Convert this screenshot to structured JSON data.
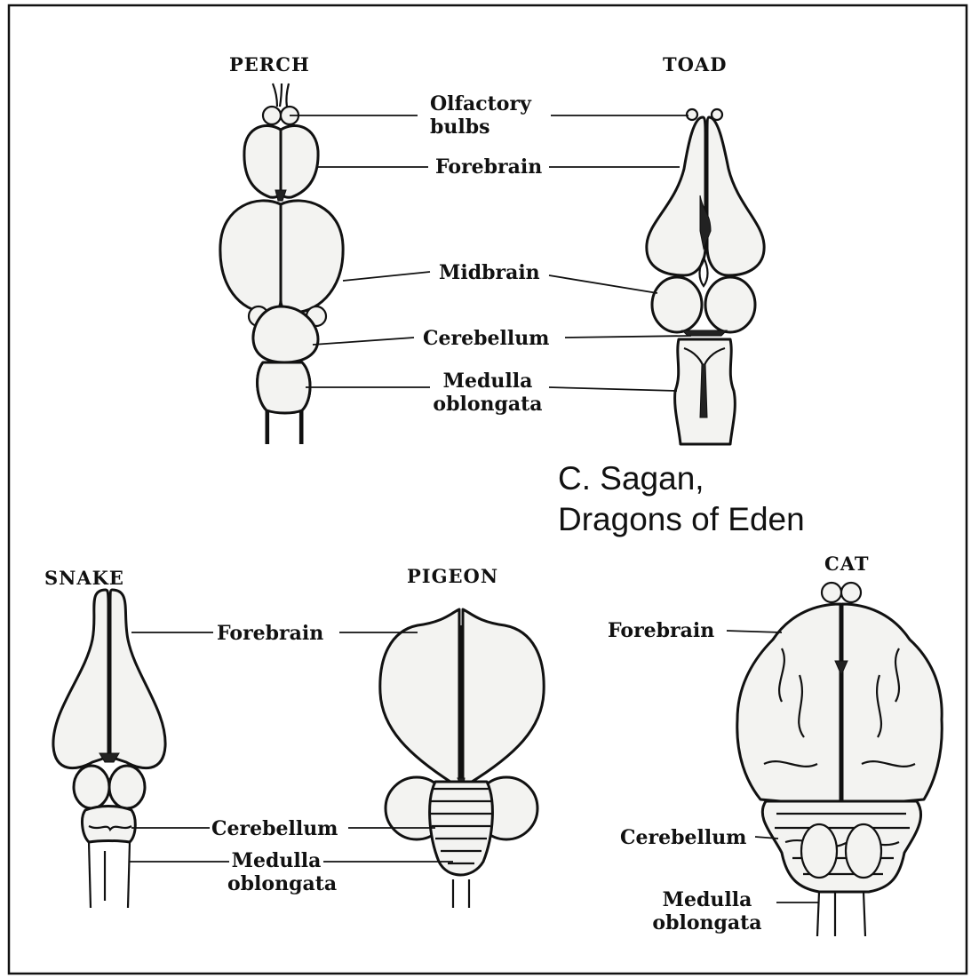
{
  "credit": {
    "line1": "C. Sagan,",
    "line2": "Dragons of Eden"
  },
  "perch": {
    "title": "PERCH"
  },
  "toad": {
    "title": "TOAD"
  },
  "snake": {
    "title": "SNAKE"
  },
  "pigeon": {
    "title": "PIGEON"
  },
  "cat": {
    "title": "CAT"
  },
  "labels": {
    "olfactory_1": "Olfactory",
    "olfactory_2": "bulbs",
    "forebrain": "Forebrain",
    "midbrain": "Midbrain",
    "cerebellum": "Cerebellum",
    "medulla_1": "Medulla",
    "medulla_2": "oblongata"
  }
}
